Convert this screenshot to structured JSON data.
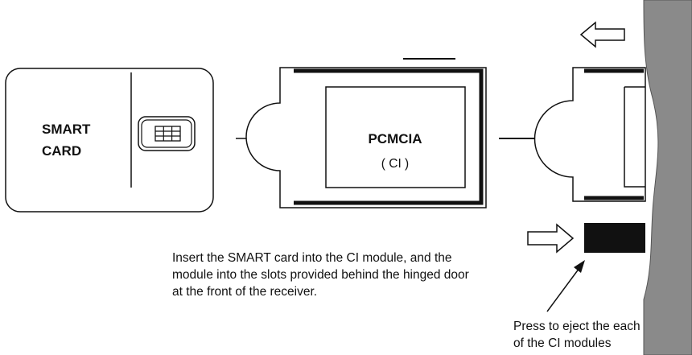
{
  "smart_card": {
    "label_line1": "SMART",
    "label_line2": "CARD"
  },
  "pcmcia_module": {
    "label": "PCMCIA",
    "sublabel": "( CI )"
  },
  "instruction": {
    "lines": [
      "Insert the SMART card into the CI module, and the",
      "module into the slots provided behind the hinged door",
      "at the front of the receiver."
    ]
  },
  "eject_note": {
    "lines": [
      "Press to eject the each",
      "of the CI modules"
    ]
  },
  "colors": {
    "line": "#111111",
    "receiver_panel": "#8a8a8a",
    "eject_button": "#111111",
    "background": "#ffffff"
  },
  "icons": {
    "chip": "chip-icon",
    "insert_arrow": "right-arrow-icon",
    "eject_direction": "left-outline-arrow-icon",
    "press_direction": "right-outline-arrow-icon"
  }
}
